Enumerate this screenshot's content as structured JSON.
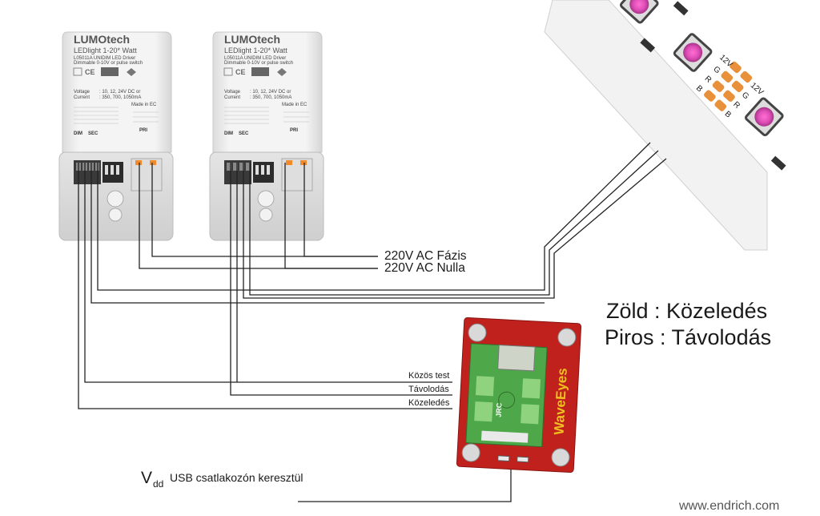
{
  "drivers": [
    {
      "brand": "LUMOtech",
      "model": "LEDlight 1-20* Watt",
      "subtitle_1": "L05011A UNIDIM LED Driver",
      "subtitle_2": "Dimmable 0-10V or pulse switch",
      "voltage_label": "Voltage",
      "voltage_value": ": 10, 12, 24V DC or",
      "current_label": "Current",
      "current_value": ": 350, 700, 1050mA",
      "made_in": "Made in EC",
      "dim_label": "DIM",
      "sec_label": "SEC",
      "pri_label": "PRI"
    },
    {
      "brand": "LUMOtech",
      "model": "LEDlight 1-20* Watt",
      "subtitle_1": "L05011A UNIDIM LED Driver",
      "subtitle_2": "Dimmable 0-10V or pulse switch",
      "voltage_label": "Voltage",
      "voltage_value": ": 10, 12, 24V DC or",
      "current_label": "Current",
      "current_value": ": 350, 700, 1050mA",
      "made_in": "Made in EC",
      "dim_label": "DIM",
      "sec_label": "SEC",
      "pri_label": "PRI"
    }
  ],
  "strip": {
    "pin_labels": [
      "12V",
      "G",
      "R",
      "B"
    ]
  },
  "sensor": {
    "logo_text": "JRC",
    "brand_text": "WaveEyes"
  },
  "labels": {
    "ac_phase": "220V AC Fázis",
    "ac_neutral": "220V AC Nulla",
    "common_ground": "Közös test",
    "moving_away": "Távolodás",
    "approaching": "Közeledés",
    "vdd_main": "V",
    "vdd_sub": "dd",
    "usb_note": "USB csatlakozón keresztül"
  },
  "legend": {
    "green_line": "Zöld : Közeledés",
    "red_line": "Piros : Távolodás"
  },
  "footer": {
    "url": "www.endrich.com"
  },
  "colors": {
    "pcb_red": "#c0211c",
    "pcb_green": "#4ea84a",
    "strip_white": "#f2f2f2",
    "pad_orange": "#e8903a",
    "housing": "#ececec"
  }
}
